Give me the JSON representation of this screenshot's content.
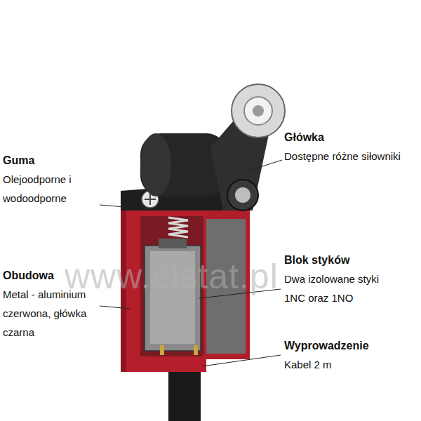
{
  "diagram": {
    "labels": [
      "Główka",
      "Dostępne różne siłowniki",
      "Guma",
      "Olejoodporne i wodoodporne",
      "Blok styków",
      "Dwa izolowane styki 1NC oraz 1NO",
      "Obudowa",
      "Metal - aluminium czerwona, główka czarna",
      "Wyprowadzenie",
      "Kabel 2 m",
      "www.elstat.pl"
    ]
  }
}
